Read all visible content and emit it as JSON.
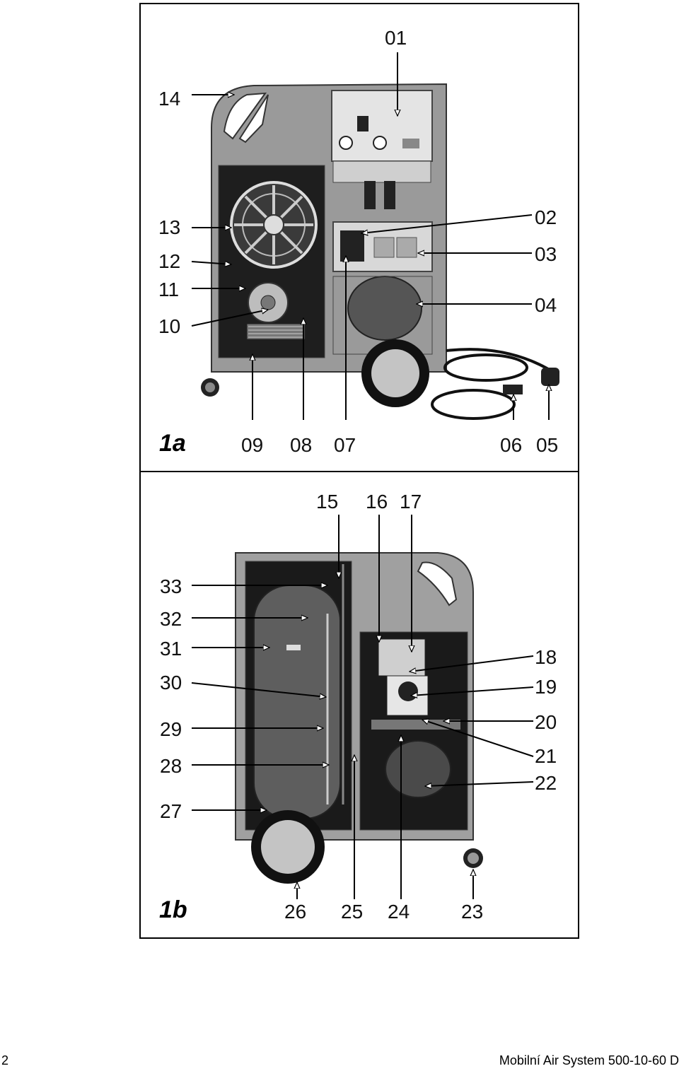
{
  "figure_a": {
    "label": "1a",
    "callouts": [
      "01",
      "02",
      "03",
      "04",
      "05",
      "06",
      "07",
      "08",
      "09",
      "10",
      "11",
      "12",
      "13",
      "14"
    ]
  },
  "figure_b": {
    "label": "1b",
    "callouts": [
      "15",
      "16",
      "17",
      "18",
      "19",
      "20",
      "21",
      "22",
      "23",
      "24",
      "25",
      "26",
      "27",
      "28",
      "29",
      "30",
      "31",
      "32",
      "33"
    ]
  },
  "footer": {
    "page_number": "2",
    "document_title": "Mobilní Air System 500-10-60 D"
  }
}
